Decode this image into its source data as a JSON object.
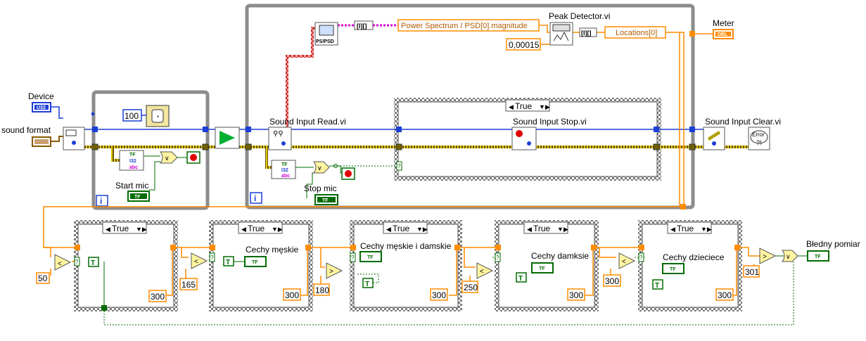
{
  "labels": {
    "device": "Device",
    "sound_format": "sound format",
    "start_mic": "Start mic",
    "stop_mic": "Stop mic",
    "sound_input_read": "Sound Input Read.vi",
    "sound_input_stop": "Sound Input Stop.vi",
    "sound_input_clear": "Sound Input Clear.vi",
    "peak_detector": "Peak Detector.vi",
    "meter": "Meter",
    "bledny_pomiar": "Błedny pomiar",
    "cechy_meskie": "Cechy męskie",
    "cechy_meskie_damskie": "Cechy męskie i damskie",
    "cechy_damksie": "Cechy damksie",
    "cechy_dzieciece": "Cechy dzieciece"
  },
  "properties": {
    "power_spectrum": "Power Spectrum / PSD[0].magnitude",
    "locations": "Locations[0]"
  },
  "constants": {
    "wait_ms": "100",
    "threshold": "0,00015",
    "c50": "50",
    "c165": "165",
    "c180": "180",
    "c250": "250",
    "c300": "300",
    "c301": "301"
  },
  "case_selector": "True",
  "terminals": {
    "u32": "U32",
    "dbl": "DBL",
    "tf": "TF",
    "t": "T",
    "i": "i",
    "error": "Error",
    "ps_psd": "PS/PSD"
  },
  "colors": {
    "wire_blue": "#1c3fd6",
    "wire_orange": "#ff8c00",
    "wire_green": "#006b00",
    "wire_error": "#7a5a00",
    "wire_pink": "#d400d4",
    "frame_gray": "#8c8c8c",
    "case_border": "#525252"
  }
}
